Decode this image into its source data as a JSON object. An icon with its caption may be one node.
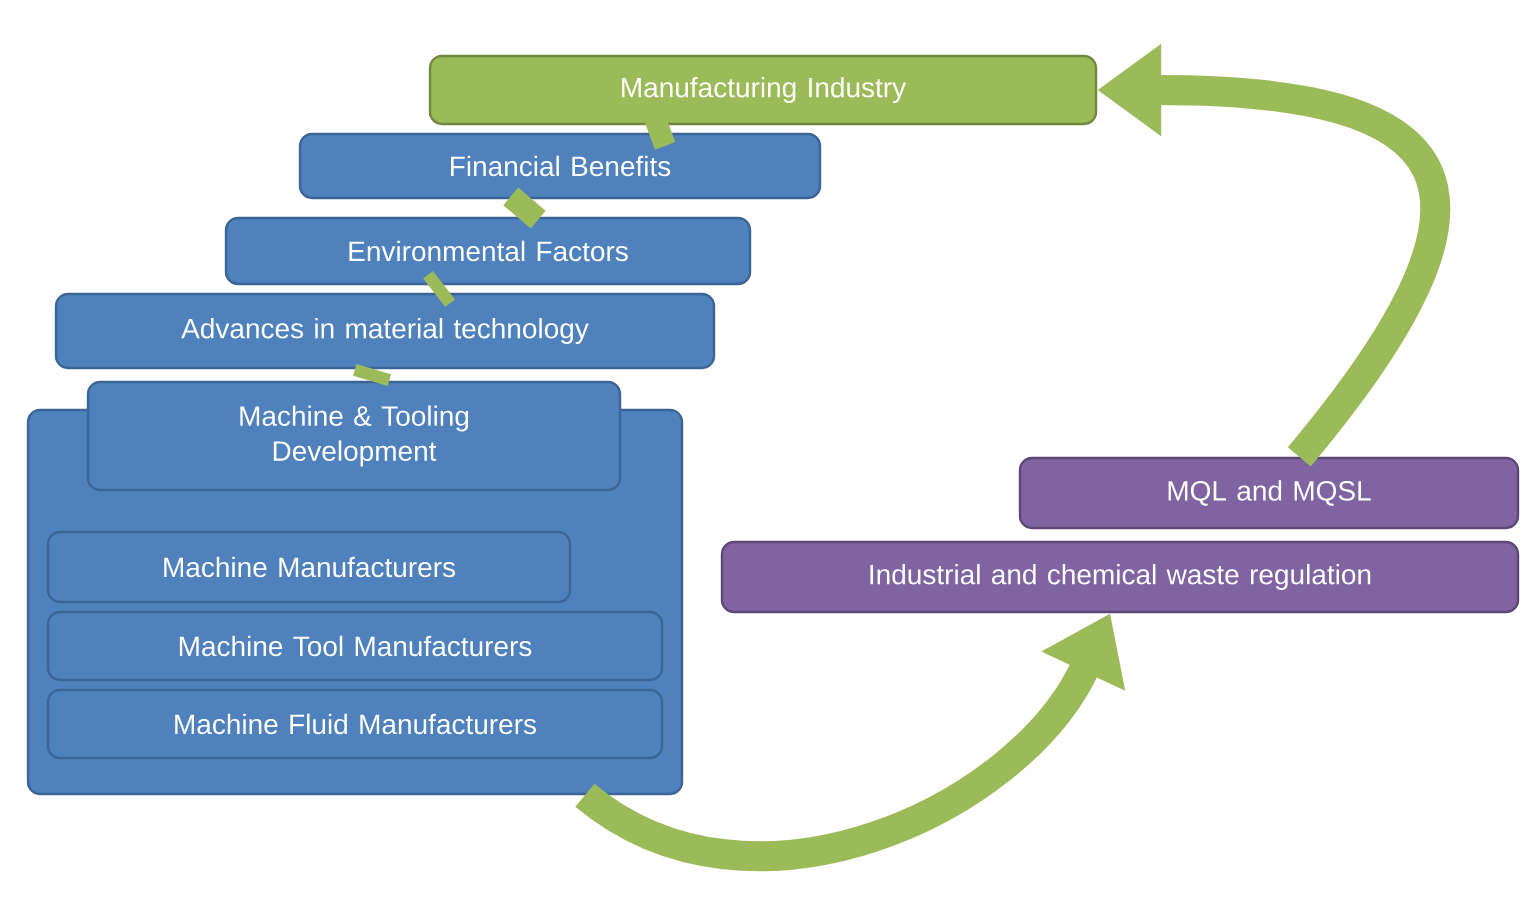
{
  "diagram": {
    "nodes": [
      {
        "text": [
          "Manufacturing Industry"
        ]
      },
      {
        "text": [
          "Financial Benefits"
        ]
      },
      {
        "text": [
          "Environmental Factors"
        ]
      },
      {
        "text": [
          "Advances in material technology"
        ]
      },
      {
        "text": [],
        "shape": "box"
      },
      {
        "text": [
          "Machine & Tooling Development"
        ]
      },
      {
        "text": [
          "Machine Manufacturers"
        ],
        "in": 4
      },
      {
        "text": [
          "Machine Tool Manufacturers"
        ],
        "in": 4
      },
      {
        "text": [
          "Machine Fluid Manufacturers"
        ],
        "in": 4
      },
      {
        "text": [
          "MQL and MQSL"
        ]
      },
      {
        "text": [
          "Industrial and chemical waste regulation"
        ]
      }
    ],
    "edges": [
      {
        "from": 4,
        "to": 10,
        "arrow": "to"
      },
      {
        "from": 9,
        "to": 0,
        "arrow": "to"
      },
      {
        "from": 5,
        "to": 3,
        "arrow": "none"
      },
      {
        "from": 3,
        "to": 2,
        "arrow": "none"
      },
      {
        "from": 2,
        "to": 1,
        "arrow": "none"
      },
      {
        "from": 1,
        "to": 0,
        "arrow": "none"
      }
    ]
  }
}
